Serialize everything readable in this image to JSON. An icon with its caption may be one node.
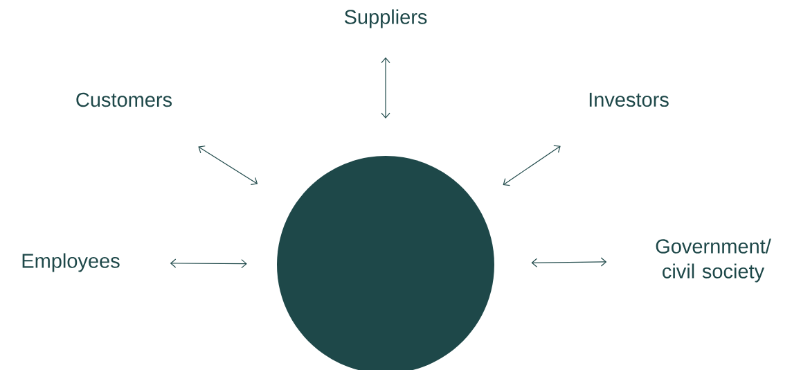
{
  "diagram": {
    "nodes": [
      {
        "text": [
          "Suppliers"
        ]
      },
      {
        "text": [
          "Customers"
        ]
      },
      {
        "text": [
          "Investors"
        ]
      },
      {
        "text": [
          "Employees"
        ]
      },
      {
        "text": [
          "Government/ civil society"
        ]
      },
      {
        "text": [],
        "shape": "circle"
      }
    ],
    "edges": [
      {
        "from": 0,
        "to": 5,
        "arrow": "both"
      },
      {
        "from": 1,
        "to": 5,
        "arrow": "both"
      },
      {
        "from": 2,
        "to": 5,
        "arrow": "both"
      },
      {
        "from": 3,
        "to": 5,
        "arrow": "both"
      },
      {
        "from": 4,
        "to": 5,
        "arrow": "both"
      }
    ]
  }
}
